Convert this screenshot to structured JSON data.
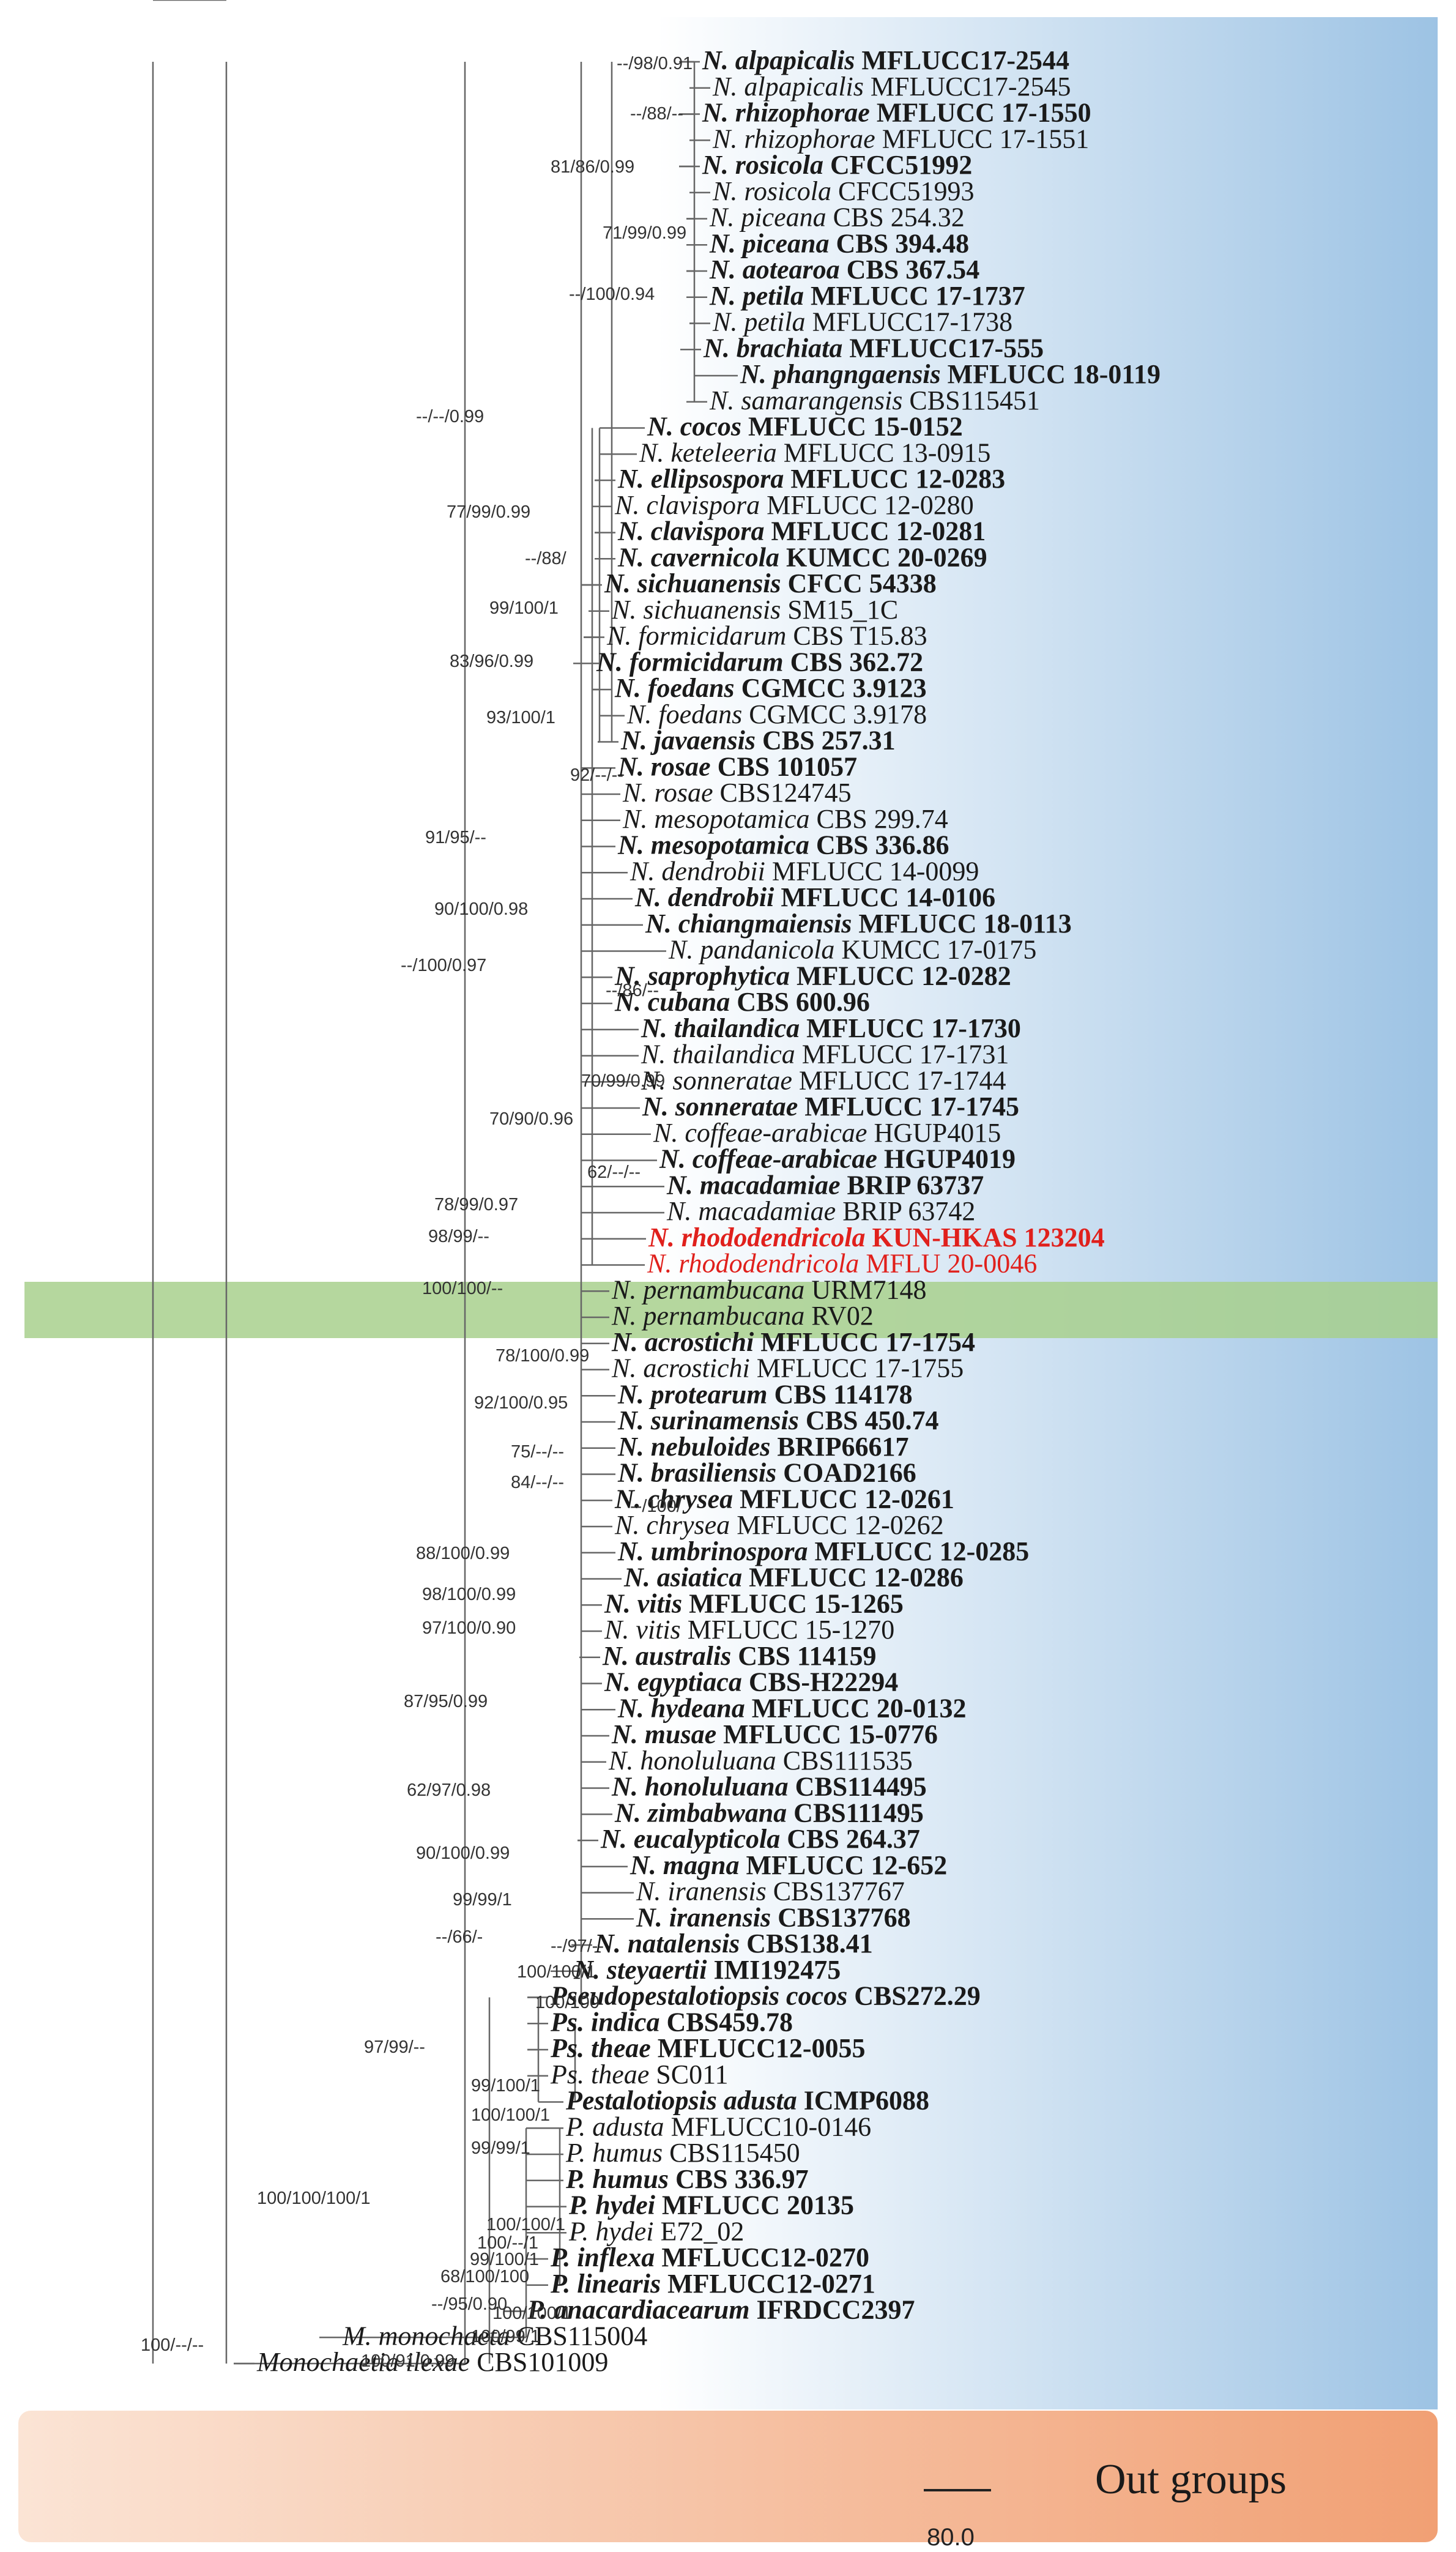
{
  "colors": {
    "ingroup_gradient_start": "#ffffff",
    "ingroup_gradient_end": "#9dc3e4",
    "outgroup_gradient_start": "#fbe4d5",
    "outgroup_gradient_end": "#f1a074",
    "highlight_band": "#a8d08d",
    "highlight_text": "#e0201c",
    "branch": "#666666",
    "arrow": "#111111"
  },
  "tips": [
    {
      "genus": "N.",
      "epithet": "alpapicalis",
      "strain": "MFLUCC17-2544",
      "bold": true
    },
    {
      "genus": "N.",
      "epithet": "alpapicalis",
      "strain": "MFLUCC17-2545",
      "bold": false
    },
    {
      "genus": "N.",
      "epithet": "rhizophorae",
      "strain": "MFLUCC 17-1550",
      "bold": true
    },
    {
      "genus": "N.",
      "epithet": "rhizophorae",
      "strain": "MFLUCC 17-1551",
      "bold": false
    },
    {
      "genus": "N.",
      "epithet": "rosicola",
      "strain": "CFCC51992",
      "bold": true
    },
    {
      "genus": "N.",
      "epithet": "rosicola",
      "strain": "CFCC51993",
      "bold": false
    },
    {
      "genus": "N.",
      "epithet": "piceana",
      "strain": "CBS 254.32",
      "bold": false
    },
    {
      "genus": "N.",
      "epithet": "piceana",
      "strain": "CBS 394.48",
      "bold": true
    },
    {
      "genus": "N.",
      "epithet": "aotearoa",
      "strain": "CBS 367.54",
      "bold": true
    },
    {
      "genus": "N.",
      "epithet": "petila",
      "strain": "MFLUCC 17-1737",
      "bold": true
    },
    {
      "genus": "N.",
      "epithet": "petila",
      "strain": "MFLUCC17-1738",
      "bold": false
    },
    {
      "genus": "N.",
      "epithet": "brachiata",
      "strain": "MFLUCC17-555",
      "bold": true
    },
    {
      "genus": "N.",
      "epithet": "phangngaensis",
      "strain": "MFLUCC 18-0119",
      "bold": true
    },
    {
      "genus": "N.",
      "epithet": "samarangensis",
      "strain": "CBS115451",
      "bold": false
    },
    {
      "genus": "N.",
      "epithet": "cocos",
      "strain": "MFLUCC 15-0152",
      "bold": true
    },
    {
      "genus": "N.",
      "epithet": "keteleeria",
      "strain": "MFLUCC 13-0915",
      "bold": false
    },
    {
      "genus": "N.",
      "epithet": "ellipsospora",
      "strain": "MFLUCC 12-0283",
      "bold": true
    },
    {
      "genus": "N.",
      "epithet": "clavispora",
      "strain": "MFLUCC 12-0280",
      "bold": false
    },
    {
      "genus": "N.",
      "epithet": "clavispora",
      "strain": "MFLUCC 12-0281",
      "bold": true
    },
    {
      "genus": "N.",
      "epithet": "cavernicola",
      "strain": "KUMCC 20-0269",
      "bold": true
    },
    {
      "genus": "N.",
      "epithet": "sichuanensis",
      "strain": "CFCC 54338",
      "bold": true
    },
    {
      "genus": "N.",
      "epithet": "sichuanensis",
      "strain": "SM15_1C",
      "bold": false
    },
    {
      "genus": "N.",
      "epithet": "formicidarum",
      "strain": "CBS T15.83",
      "bold": false
    },
    {
      "genus": "N.",
      "epithet": "formicidarum",
      "strain": "CBS 362.72",
      "bold": true
    },
    {
      "genus": "N.",
      "epithet": "foedans",
      "strain": "CGMCC 3.9123",
      "bold": true
    },
    {
      "genus": "N.",
      "epithet": "foedans",
      "strain": "CGMCC 3.9178",
      "bold": false
    },
    {
      "genus": "N.",
      "epithet": "javaensis",
      "strain": "CBS 257.31",
      "bold": true
    },
    {
      "genus": "N.",
      "epithet": "rosae",
      "strain": "CBS 101057",
      "bold": true
    },
    {
      "genus": "N.",
      "epithet": "rosae",
      "strain": "CBS124745",
      "bold": false
    },
    {
      "genus": "N.",
      "epithet": "mesopotamica",
      "strain": "CBS 299.74",
      "bold": false
    },
    {
      "genus": "N.",
      "epithet": "mesopotamica",
      "strain": "CBS 336.86",
      "bold": true
    },
    {
      "genus": "N.",
      "epithet": "dendrobii",
      "strain": "MFLUCC 14-0099",
      "bold": false
    },
    {
      "genus": "N.",
      "epithet": "dendrobii",
      "strain": "MFLUCC 14-0106",
      "bold": true
    },
    {
      "genus": "N.",
      "epithet": "chiangmaiensis",
      "strain": "MFLUCC 18-0113",
      "bold": true
    },
    {
      "genus": "N.",
      "epithet": "pandanicola",
      "strain": "KUMCC 17-0175",
      "bold": false
    },
    {
      "genus": "N.",
      "epithet": "saprophytica",
      "strain": "MFLUCC 12-0282",
      "bold": true
    },
    {
      "genus": "N.",
      "epithet": "cubana",
      "strain": "CBS 600.96",
      "bold": true
    },
    {
      "genus": "N.",
      "epithet": "thailandica",
      "strain": "MFLUCC 17-1730",
      "bold": true
    },
    {
      "genus": "N.",
      "epithet": "thailandica",
      "strain": "MFLUCC 17-1731",
      "bold": false
    },
    {
      "genus": "N.",
      "epithet": "sonneratae",
      "strain": "MFLUCC 17-1744",
      "bold": false
    },
    {
      "genus": "N.",
      "epithet": "sonneratae",
      "strain": "MFLUCC 17-1745",
      "bold": true
    },
    {
      "genus": "N.",
      "epithet": "coffeae-arabicae",
      "strain": "HGUP4015",
      "bold": false
    },
    {
      "genus": "N.",
      "epithet": "coffeae-arabicae",
      "strain": "HGUP4019",
      "bold": true
    },
    {
      "genus": "N.",
      "epithet": "macadamiae",
      "strain": "BRIP 63737",
      "bold": true
    },
    {
      "genus": "N.",
      "epithet": "macadamiae",
      "strain": "BRIP 63742",
      "bold": false
    },
    {
      "genus": "N.",
      "epithet": "rhododendricola",
      "strain": "KUN-HKAS 123204",
      "bold": true,
      "red": true
    },
    {
      "genus": "N.",
      "epithet": "rhododendricola",
      "strain": "MFLU 20-0046",
      "bold": false,
      "red": true
    },
    {
      "genus": "N.",
      "epithet": "pernambucana",
      "strain": "URM7148",
      "bold": false
    },
    {
      "genus": "N.",
      "epithet": "pernambucana",
      "strain": "RV02",
      "bold": false
    },
    {
      "genus": "N.",
      "epithet": "acrostichi",
      "strain": "MFLUCC 17-1754",
      "bold": true
    },
    {
      "genus": "N.",
      "epithet": "acrostichi",
      "strain": "MFLUCC 17-1755",
      "bold": false
    },
    {
      "genus": "N.",
      "epithet": "protearum",
      "strain": "CBS 114178",
      "bold": true
    },
    {
      "genus": "N.",
      "epithet": "surinamensis",
      "strain": "CBS 450.74",
      "bold": true
    },
    {
      "genus": "N.",
      "epithet": "nebuloides",
      "strain": "BRIP66617",
      "bold": true
    },
    {
      "genus": "N.",
      "epithet": "brasiliensis",
      "strain": "COAD2166",
      "bold": true
    },
    {
      "genus": "N.",
      "epithet": "chrysea",
      "strain": "MFLUCC 12-0261",
      "bold": true
    },
    {
      "genus": "N.",
      "epithet": "chrysea",
      "strain": "MFLUCC 12-0262",
      "bold": false
    },
    {
      "genus": "N.",
      "epithet": "umbrinospora",
      "strain": "MFLUCC 12-0285",
      "bold": true
    },
    {
      "genus": "N.",
      "epithet": "asiatica",
      "strain": "MFLUCC 12-0286",
      "bold": true
    },
    {
      "genus": "N.",
      "epithet": "vitis",
      "strain": "MFLUCC 15-1265",
      "bold": true
    },
    {
      "genus": "N.",
      "epithet": "vitis",
      "strain": "MFLUCC 15-1270",
      "bold": false
    },
    {
      "genus": "N.",
      "epithet": "australis",
      "strain": "CBS 114159",
      "bold": true
    },
    {
      "genus": "N.",
      "epithet": "egyptiaca",
      "strain": "CBS-H22294",
      "bold": true
    },
    {
      "genus": "N.",
      "epithet": "hydeana",
      "strain": "MFLUCC 20-0132",
      "bold": true
    },
    {
      "genus": "N.",
      "epithet": "musae",
      "strain": "MFLUCC 15-0776",
      "bold": true
    },
    {
      "genus": "N.",
      "epithet": "honoluluana",
      "strain": "CBS111535",
      "bold": false
    },
    {
      "genus": "N.",
      "epithet": "honoluluana",
      "strain": "CBS114495",
      "bold": true
    },
    {
      "genus": "N.",
      "epithet": "zimbabwana",
      "strain": "CBS111495",
      "bold": true
    },
    {
      "genus": "N.",
      "epithet": "eucalypticola",
      "strain": "CBS 264.37",
      "bold": true
    },
    {
      "genus": "N.",
      "epithet": "magna",
      "strain": "MFLUCC 12-652",
      "bold": true
    },
    {
      "genus": "N.",
      "epithet": "iranensis",
      "strain": "CBS137767",
      "bold": false
    },
    {
      "genus": "N.",
      "epithet": "iranensis",
      "strain": "CBS137768",
      "bold": true
    },
    {
      "genus": "N.",
      "epithet": "natalensis",
      "strain": "CBS138.41",
      "bold": true
    },
    {
      "genus": "N.",
      "epithet": "steyaertii",
      "strain": "IMI192475",
      "bold": true
    },
    {
      "genus": "",
      "epithet": "Pseudopestalotiopsis cocos",
      "strain": "CBS272.29",
      "bold": true
    },
    {
      "genus": "Ps.",
      "epithet": "indica",
      "strain": "CBS459.78",
      "bold": true
    },
    {
      "genus": "Ps.",
      "epithet": "theae",
      "strain": "MFLUCC12-0055",
      "bold": true
    },
    {
      "genus": "Ps.",
      "epithet": "theae",
      "strain": "SC011",
      "bold": false
    },
    {
      "genus": "",
      "epithet": "Pestalotiopsis adusta",
      "strain": "ICMP6088",
      "bold": true
    },
    {
      "genus": "P.",
      "epithet": "adusta",
      "strain": "MFLUCC10-0146",
      "bold": false
    },
    {
      "genus": "P.",
      "epithet": "humus",
      "strain": "CBS115450",
      "bold": false
    },
    {
      "genus": "P.",
      "epithet": "humus",
      "strain": "CBS 336.97",
      "bold": true
    },
    {
      "genus": "P.",
      "epithet": "hydei",
      "strain": "MFLUCC 20135",
      "bold": true
    },
    {
      "genus": "P.",
      "epithet": "hydei",
      "strain": "E72_02",
      "bold": false
    },
    {
      "genus": "P.",
      "epithet": "inflexa",
      "strain": "MFLUCC12-0270",
      "bold": true
    },
    {
      "genus": "P.",
      "epithet": "linearis",
      "strain": "MFLUCC12-0271",
      "bold": true
    },
    {
      "genus": "P.",
      "epithet": "anacardiacearum",
      "strain": "IFRDCC2397",
      "bold": true
    },
    {
      "genus": "M.",
      "epithet": "monochaeta",
      "strain": "CBS115004",
      "bold": false
    },
    {
      "genus": "",
      "epithet": "Monochaetia ilexae",
      "strain": "CBS101009",
      "bold": false
    }
  ],
  "support_labels": [
    "--/98/0.91",
    "--/88/--",
    "81/86/0.99",
    "71/99/0.99",
    "--/100/0.94",
    "--/--/0.99",
    "77/99/0.99",
    "--/88/",
    "99/100/1",
    "83/96/0.99",
    "93/100/1",
    "92/--/--",
    "91/95/--",
    "90/100/0.98",
    "--/100/0.97",
    "--/86/--",
    "70/99/0.99",
    "70/90/0.96",
    "62/--/--",
    "78/99/0.97",
    "98/99/--",
    "100/100/--",
    "78/100/0.99",
    "92/100/0.95",
    "75/--/--",
    "84/--/--",
    "--/100/",
    "88/100/0.99",
    "98/100/0.99",
    "97/100/0.90",
    "87/95/0.99",
    "62/97/0.98",
    "90/100/0.99",
    "99/99/1",
    "--/66/-",
    "--/97/--",
    "100/100/1",
    "100/100",
    "97/99/--",
    "99/100/1",
    "100/100/1",
    "99/99/1",
    "100/100/100/1",
    "100/100/1",
    "100/--/1",
    "99/100/1",
    "68/100/100",
    "--/95/0.90",
    "100/100/1",
    "100/99/1",
    "100/91/0.99",
    "100/--/--"
  ],
  "outgroup_label": "Out groups",
  "scale_bar_label": "80.0"
}
